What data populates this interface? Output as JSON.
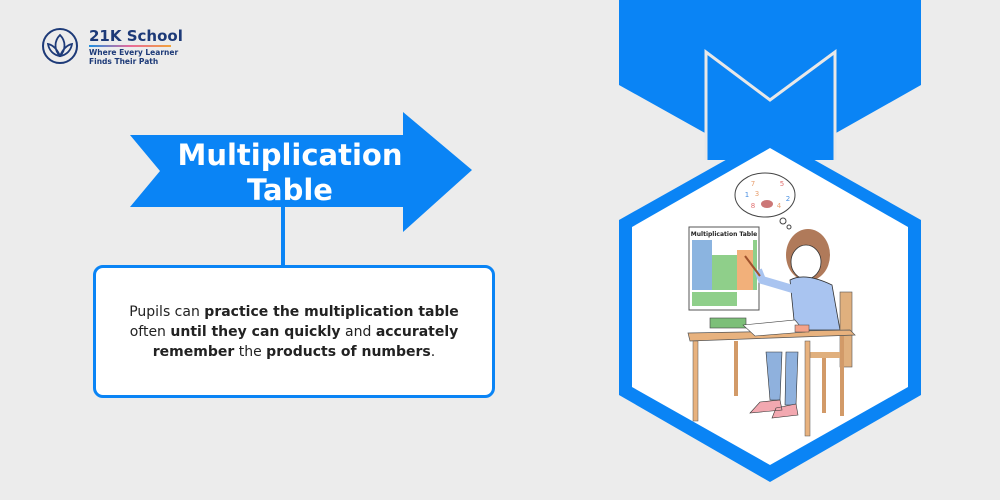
{
  "logo": {
    "name": "21K School",
    "tagline_line1": "Where Every Learner",
    "tagline_line2": "Finds Their Path"
  },
  "title": {
    "line1": "Multiplication",
    "line2": "Table"
  },
  "description": [
    {
      "text": "Pupils can ",
      "bold": false
    },
    {
      "text": "practice the multiplication table",
      "bold": true
    },
    {
      "text": " often ",
      "bold": false
    },
    {
      "text": "until they can quickly",
      "bold": true
    },
    {
      "text": " and ",
      "bold": false
    },
    {
      "text": "accurately remember",
      "bold": true
    },
    {
      "text": " the ",
      "bold": false
    },
    {
      "text": "products of numbers",
      "bold": true
    },
    {
      "text": ".",
      "bold": false
    }
  ],
  "illustration": {
    "chart_title": "Multiplication Table",
    "thought_numbers": [
      "7",
      "1",
      "3",
      "5",
      "2",
      "8",
      "4"
    ]
  },
  "colors": {
    "brand_blue": "#0a84f5",
    "logo_navy": "#1d3a78",
    "background": "#ececec"
  }
}
